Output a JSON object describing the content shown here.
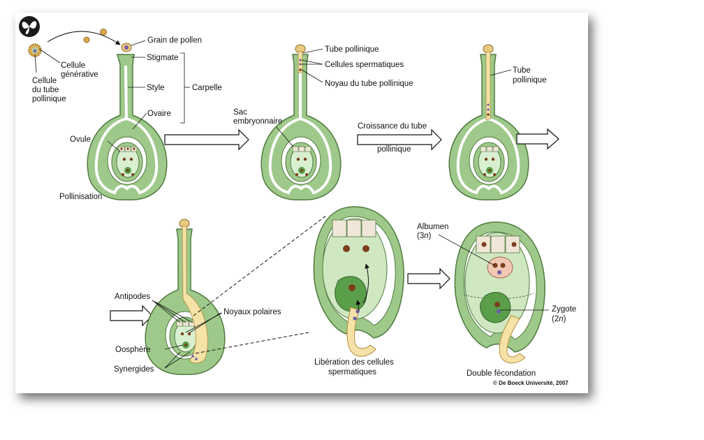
{
  "labels": {
    "grain_de_pollen": "Grain de pollen",
    "stigmate": "Stigmate",
    "style": "Style",
    "carpelle": "Carpelle",
    "ovaire": "Ovaire",
    "ovule": "Ovule",
    "pollinisation": "Pollinisation",
    "cellule_generative_1": "Cellule",
    "cellule_generative_2": "générative",
    "cellule_tube_1": "Cellule",
    "cellule_tube_2": "du tube",
    "cellule_tube_3": "pollinique",
    "tube_pollinique": "Tube pollinique",
    "cellules_spermatiques": "Cellules spermatiques",
    "noyau_tube": "Noyau du tube pollinique",
    "sac_1": "Sac",
    "sac_2": "embryonnaire",
    "croissance_1": "Croissance du tube",
    "croissance_2": "pollinique",
    "tube_2_1": "Tube",
    "tube_2_2": "pollinique",
    "antipodes": "Antipodes",
    "noyaux_polaires": "Noyaux polaires",
    "oosphere": "Oosphère",
    "synergides": "Synergides",
    "liberation_1": "Libération des cellules",
    "liberation_2": "spermatiques",
    "albumen": "Albumen",
    "albumen_ploidy_open": "(3",
    "albumen_ploidy_n": "n",
    "albumen_ploidy_close": ")",
    "zygote": "Zygote",
    "zygote_ploidy_open": "(2",
    "zygote_ploidy_n": "n",
    "zygote_ploidy_close": ")",
    "double_fecondation": "Double fécondation",
    "copyright": "© De Boeck Université, 2007"
  },
  "icon": "butterfly-icon",
  "colors": {
    "tissue": "#9ec98a",
    "tissue_dark": "#4f7a3e",
    "cavity": "#ffffff",
    "sac": "#cfe8c2",
    "sac_light": "#d8efd0",
    "nucleus": "#7b3e1e",
    "cell_beige": "#f0e6d8",
    "tube": "#f5e2a6",
    "tube_edge": "#b48a3c",
    "sperm": "#6b5ea8",
    "albumen": "#f0c8b4"
  }
}
